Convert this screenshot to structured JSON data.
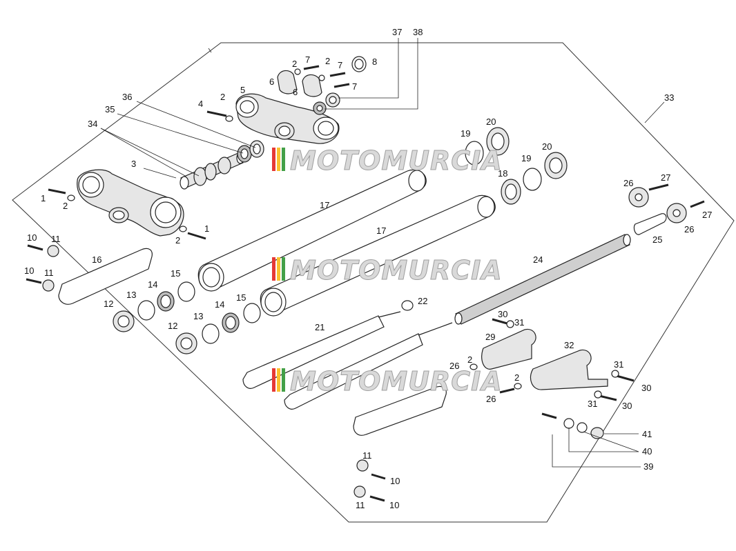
{
  "diagram": {
    "callouts": {
      "c1a": "1",
      "c1b": "1",
      "c2a": "2",
      "c2b": "2",
      "c2c": "2",
      "c2d": "2",
      "c2e": "2",
      "c2f": "2",
      "c2g": "2",
      "c3": "3",
      "c4": "4",
      "c5": "5",
      "c6a": "6",
      "c6b": "6",
      "c7a": "7",
      "c7b": "7",
      "c7c": "7",
      "c8": "8",
      "c10a": "10",
      "c10b": "10",
      "c10c": "10",
      "c10d": "10",
      "c11a": "11",
      "c11b": "11",
      "c11c": "11",
      "c11d": "11",
      "c12a": "12",
      "c12b": "12",
      "c13a": "13",
      "c13b": "13",
      "c14a": "14",
      "c14b": "14",
      "c15a": "15",
      "c15b": "15",
      "c16": "16",
      "c17a": "17",
      "c17b": "17",
      "c18": "18",
      "c19a": "19",
      "c19b": "19",
      "c20a": "20",
      "c20b": "20",
      "c21": "21",
      "c22": "22",
      "c24": "24",
      "c25": "25",
      "c26a": "26",
      "c26b": "26",
      "c26c": "26",
      "c26d": "26",
      "c27a": "27",
      "c27b": "27",
      "c29": "29",
      "c30a": "30",
      "c30b": "30",
      "c30c": "30",
      "c31a": "31",
      "c31b": "31",
      "c31c": "31",
      "c32": "32",
      "c33": "33",
      "c34": "34",
      "c35": "35",
      "c36": "36",
      "c37": "37",
      "c38": "38",
      "c39": "39",
      "c40": "40",
      "c41": "41"
    },
    "watermark": "MOTOMURCIA",
    "colors": {
      "line": "#222222",
      "watermark_stripe_red": "#e53935",
      "watermark_stripe_yellow": "#fbc02d",
      "watermark_stripe_green": "#43a047"
    }
  }
}
